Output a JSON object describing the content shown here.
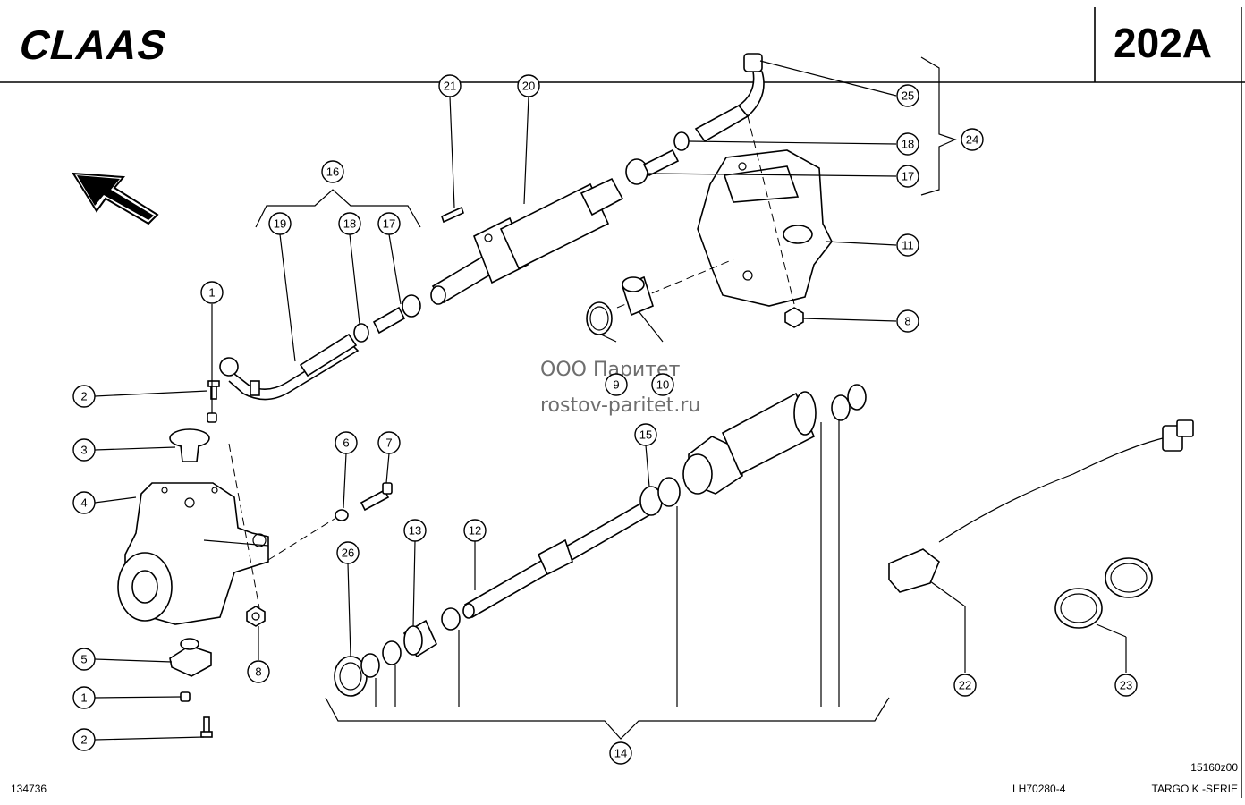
{
  "header": {
    "brand_logo_text": "CLAAS",
    "page_code": "202A"
  },
  "watermark": {
    "line1": "ООО Паритет",
    "line2": "rostov-paritet.ru"
  },
  "footer": {
    "left_code": "134736",
    "doc_number": "LH70280-4",
    "drawing_code": "15160z00",
    "series": "TARGO K -SERIE"
  },
  "callouts": [
    {
      "id": "c1a",
      "number": "1"
    },
    {
      "id": "c2a",
      "number": "2"
    },
    {
      "id": "c3",
      "number": "3"
    },
    {
      "id": "c4",
      "number": "4"
    },
    {
      "id": "c5",
      "number": "5"
    },
    {
      "id": "c1b",
      "number": "1"
    },
    {
      "id": "c2b",
      "number": "2"
    },
    {
      "id": "c8a",
      "number": "8"
    },
    {
      "id": "c6",
      "number": "6"
    },
    {
      "id": "c7",
      "number": "7"
    },
    {
      "id": "c26",
      "number": "26"
    },
    {
      "id": "c13",
      "number": "13"
    },
    {
      "id": "c12",
      "number": "12"
    },
    {
      "id": "c15",
      "number": "15"
    },
    {
      "id": "c9",
      "number": "9"
    },
    {
      "id": "c10",
      "number": "10"
    },
    {
      "id": "c14",
      "number": "14"
    },
    {
      "id": "c16",
      "number": "16"
    },
    {
      "id": "c19",
      "number": "19"
    },
    {
      "id": "c18a",
      "number": "18"
    },
    {
      "id": "c17a",
      "number": "17"
    },
    {
      "id": "c21",
      "number": "21"
    },
    {
      "id": "c20",
      "number": "20"
    },
    {
      "id": "c25",
      "number": "25"
    },
    {
      "id": "c18b",
      "number": "18"
    },
    {
      "id": "c24",
      "number": "24"
    },
    {
      "id": "c17b",
      "number": "17"
    },
    {
      "id": "c11",
      "number": "11"
    },
    {
      "id": "c8b",
      "number": "8"
    },
    {
      "id": "c22",
      "number": "22"
    },
    {
      "id": "c23",
      "number": "23"
    }
  ]
}
